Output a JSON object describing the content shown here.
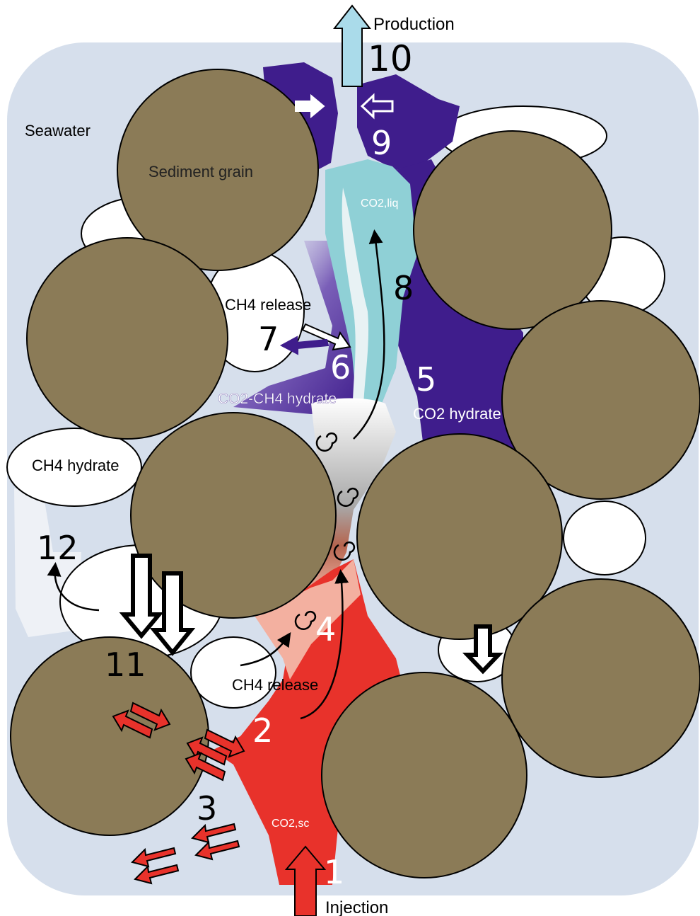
{
  "labels": {
    "production": "Production",
    "injection": "Injection",
    "seawater": "Seawater",
    "sediment_grain": "Sediment grain",
    "ch4_release_top": "CH4 release",
    "ch4_release_bottom": "CH4 release",
    "co2_ch4_hydrate": "CO2-CH4 hydrate",
    "co2_hydrate": "CO2 hydrate",
    "ch4_hydrate": "CH4 hydrate",
    "co2_liq": "CO2,liq",
    "co2_sc": "CO2,sc"
  },
  "steps": {
    "s1": "1",
    "s2": "2",
    "s3": "3",
    "s4": "4",
    "s5": "5",
    "s6": "6",
    "s7": "7",
    "s8": "8",
    "s9": "9",
    "s10": "10",
    "s11": "11",
    "s12": "12"
  },
  "colors": {
    "seawater": "#d6dfec",
    "grain": "#8b7b57",
    "co2_hydrate": "#3f1d8c",
    "co2_liquid": "#8fd0d6",
    "co2_supercritical": "#e8322b",
    "mixing_zone": "#f3b0a0",
    "production_arrow": "#aadbea",
    "ch4_hydrate": "#ffffff"
  }
}
